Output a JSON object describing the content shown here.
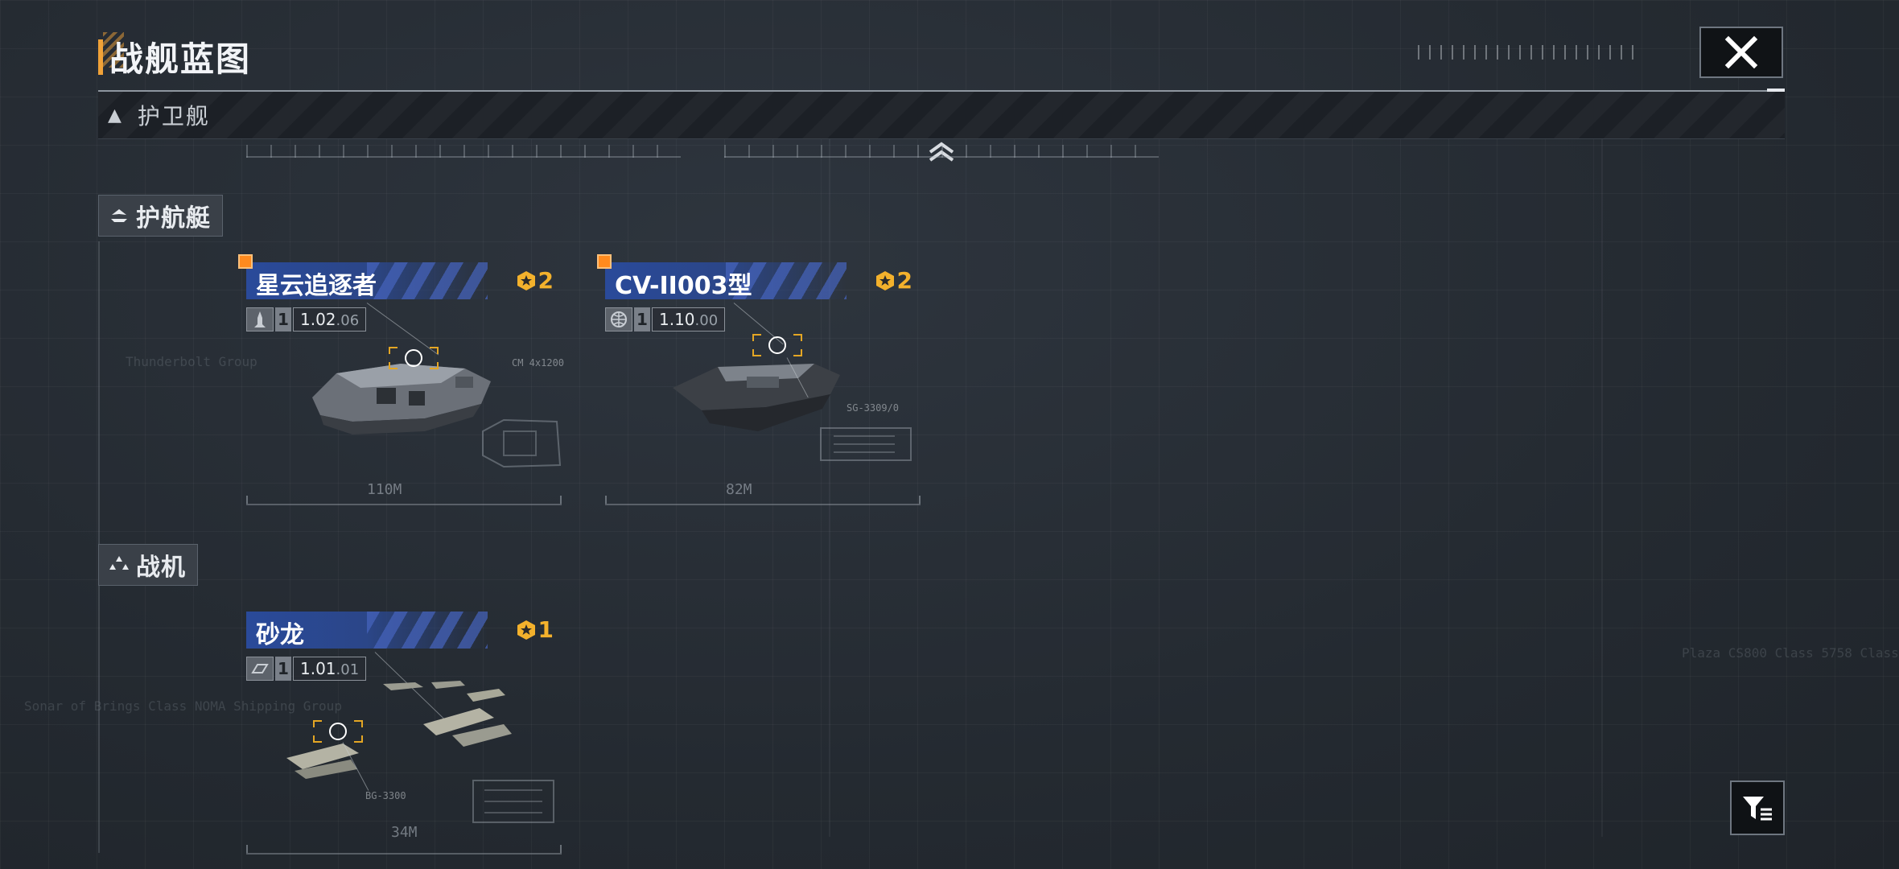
{
  "header": {
    "title": "战舰蓝图",
    "close_icon": "close-icon"
  },
  "category": {
    "arrow_icon": "triangle-up-icon",
    "label": "护卫舰"
  },
  "sections": [
    {
      "label": "护航艇",
      "icon": "escort-boat-icon",
      "ships": [
        {
          "name": "星云追逐者",
          "count": "2",
          "tier": "1",
          "version_main": "1.02",
          "version_sub": ".06",
          "length": "110M",
          "spec": "CM 4x1200",
          "class_icon": "rocket-icon",
          "is_new": true
        },
        {
          "name": "CV-II003型",
          "count": "2",
          "tier": "1",
          "version_main": "1.10",
          "version_sub": ".00",
          "length": "82M",
          "spec": "SG-3309/0",
          "class_icon": "globe-icon",
          "is_new": true
        }
      ]
    },
    {
      "label": "战机",
      "icon": "fighter-squad-icon",
      "ships": [
        {
          "name": "砂龙",
          "count": "1",
          "tier": "1",
          "version_main": "1.01",
          "version_sub": ".01",
          "length": "34M",
          "spec": "BG-3300",
          "class_icon": "tag-icon",
          "is_new": false
        }
      ]
    }
  ],
  "background_text": {
    "a": "Thunderbolt Group",
    "b": "Sonar of Brings Class NOMA Shipping Group",
    "c": "Plaza CS800 Class 5758 Class"
  },
  "colors": {
    "accent": "#f0a238",
    "count": "#f3b12c",
    "banner": "#2a4a9a",
    "new_dot": "#ff8a1e"
  },
  "filter": {
    "icon": "filter-list-icon"
  }
}
